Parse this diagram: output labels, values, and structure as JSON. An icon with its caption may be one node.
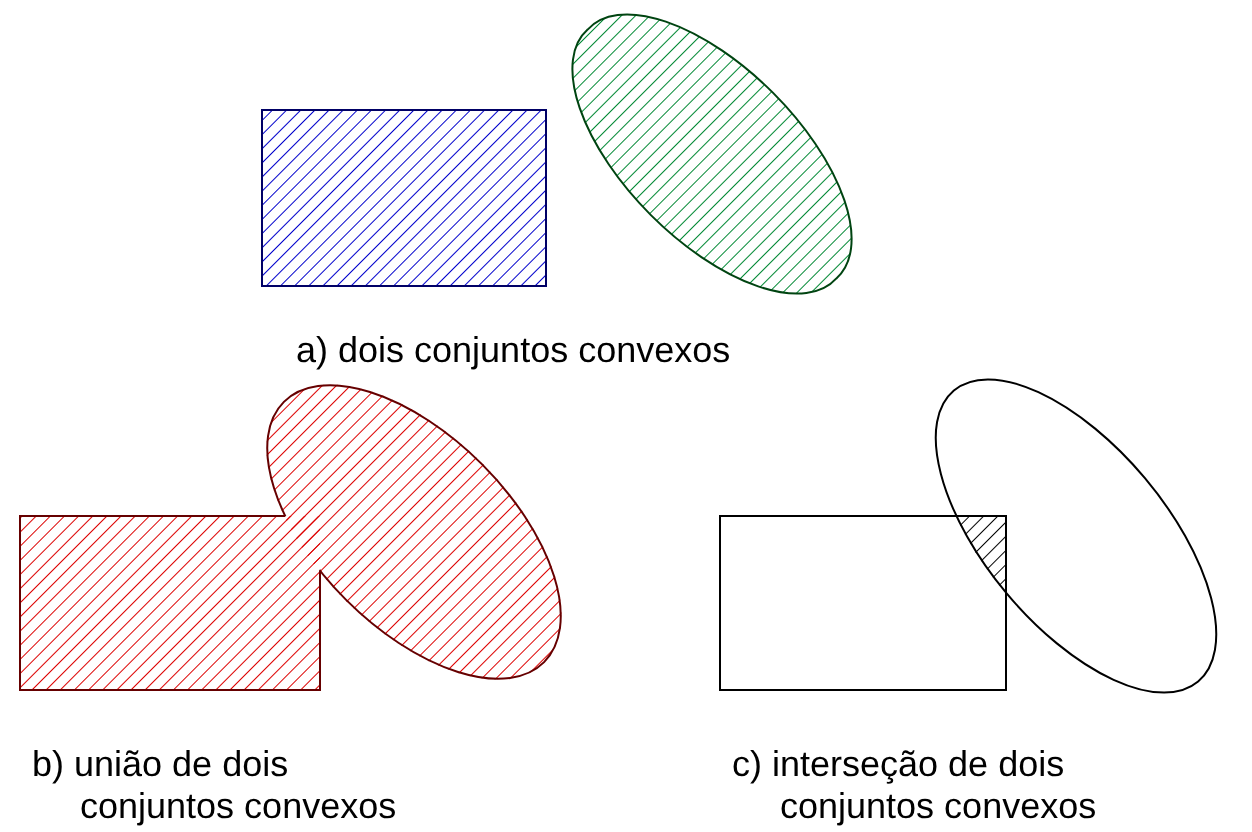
{
  "diagram": {
    "labels": [
      "a) dois conjuntos convexos",
      "b) união de dois conjuntos convexos",
      "c) interseção de dois conjuntos convexos"
    ]
  }
}
